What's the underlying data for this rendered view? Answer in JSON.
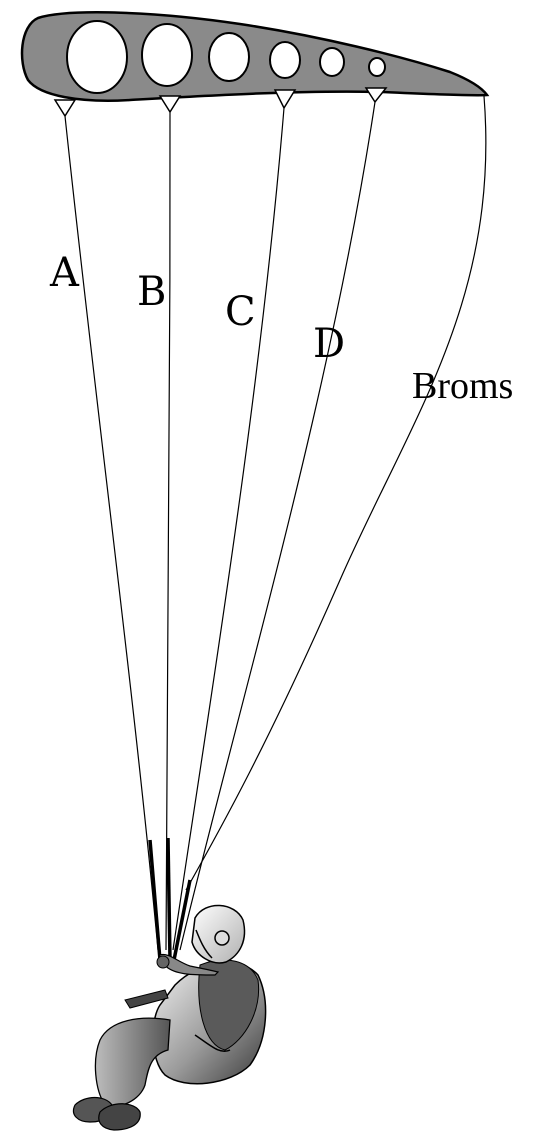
{
  "diagram": {
    "line_labels": {
      "a": "A",
      "b": "B",
      "c": "C",
      "d": "D",
      "brake": "Broms"
    },
    "colors": {
      "canopy_fill": "#8a8a8a",
      "line": "#000000",
      "background": "#ffffff"
    },
    "icons": [
      "glider-wing-profile",
      "pilot-in-harness"
    ]
  }
}
